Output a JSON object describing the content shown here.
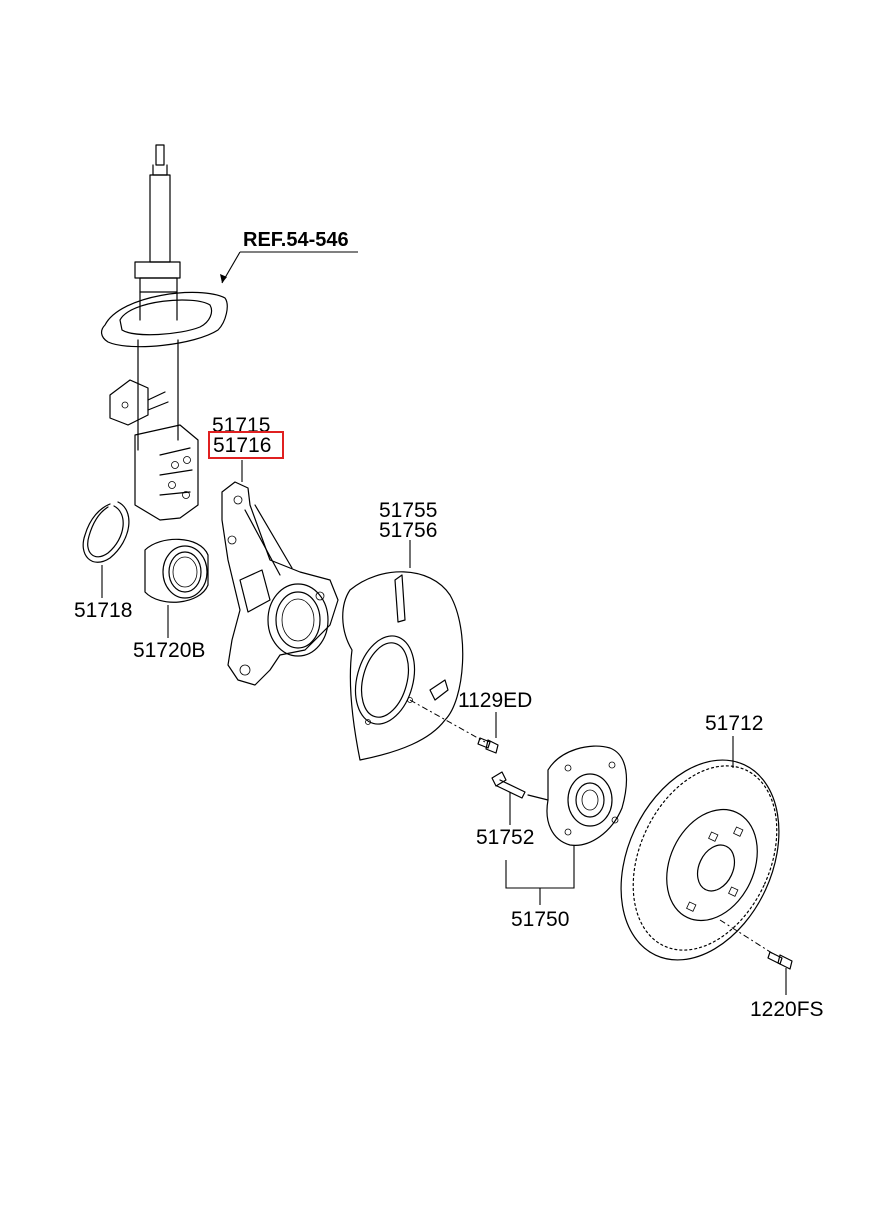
{
  "diagram": {
    "labels": {
      "ref": "REF.54-546",
      "p51715": "51715",
      "p51716": "51716",
      "p51755": "51755",
      "p51756": "51756",
      "p51718": "51718",
      "p51720b": "51720B",
      "p1129ed": "1129ED",
      "p51712": "51712",
      "p51752": "51752",
      "p51750": "51750",
      "p1220fs": "1220FS"
    },
    "highlight_color": "#e02020"
  }
}
